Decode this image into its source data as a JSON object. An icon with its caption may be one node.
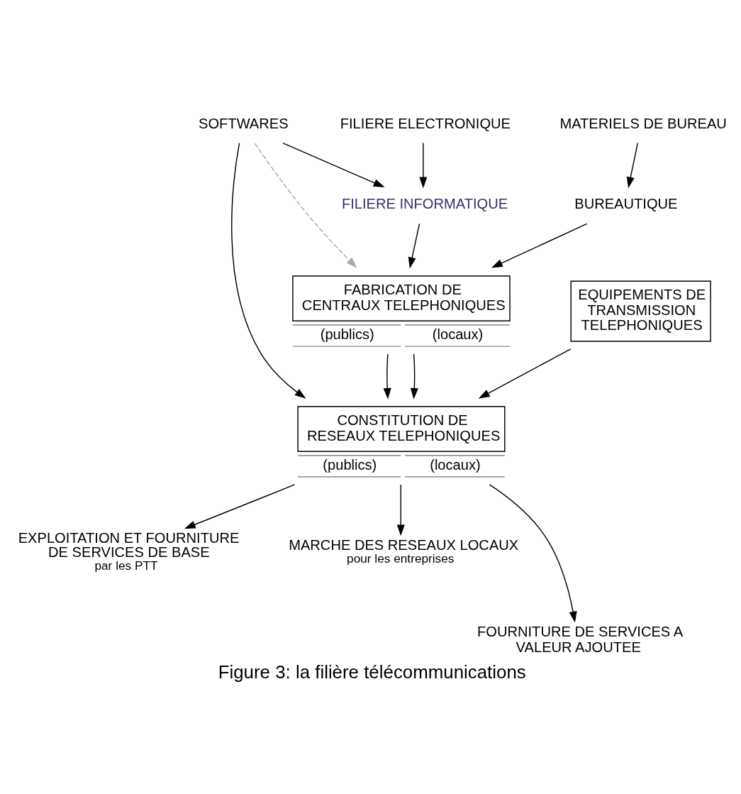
{
  "diagram": {
    "caption": "Figure 3: la filière télécommunications",
    "nodes": [
      {
        "text": [
          "FILIERE ELECTRONIQUE"
        ]
      },
      {
        "text": [
          "MATERIELS DE BUREAU"
        ]
      },
      {
        "text": [
          "SOFTWARES"
        ]
      },
      {
        "text": [
          "FILIERE INFORMATIQUE"
        ]
      },
      {
        "text": [
          "BUREAUTIQUE"
        ]
      },
      {
        "text": [
          "EQUIPEMENTS DE TRANSMISSION TELEPHONIQUES"
        ]
      },
      {
        "text": [
          "FABRICATION DE CENTRAUX TELEPHONIQUES",
          "(publics)",
          "(locaux)"
        ]
      },
      {
        "text": [
          "CONSTITUTION DE RESEAUX TELEPHONIQUES",
          "(publics)",
          "(locaux)"
        ]
      },
      {
        "text": [
          "EXPLOITATION ET FOURNITURE DE SERVICES DE BASE",
          "par les PTT"
        ]
      },
      {
        "text": [
          "MARCHE DES RESEAUX LOCAUX",
          "pour les entreprises"
        ]
      },
      {
        "text": [
          "FOURNITURE DE SERVICES A VALEUR AJOUTEE"
        ]
      }
    ],
    "edges": [
      {
        "from": 0,
        "to": 3,
        "arrow": "to"
      },
      {
        "from": 2,
        "to": 3,
        "arrow": "to"
      },
      {
        "from": 2,
        "to": 6,
        "arrow": "to",
        "style": "dashed",
        "color": "#aaaaaa"
      },
      {
        "from": 2,
        "to": 7,
        "arrow": "to"
      },
      {
        "from": 1,
        "to": 4,
        "arrow": "to"
      },
      {
        "from": 3,
        "to": 6,
        "arrow": "to"
      },
      {
        "from": 4,
        "to": 6,
        "arrow": "to"
      },
      {
        "from": 5,
        "to": 7,
        "arrow": "to"
      },
      {
        "from": 6,
        "to": 7,
        "arrow": "to"
      },
      {
        "from": 6,
        "to": 7,
        "arrow": "to"
      },
      {
        "from": 7,
        "to": 8,
        "arrow": "to"
      },
      {
        "from": 7,
        "to": 10,
        "arrow": "to"
      },
      {
        "from": 7,
        "to": 9,
        "arrow": "to"
      }
    ]
  }
}
